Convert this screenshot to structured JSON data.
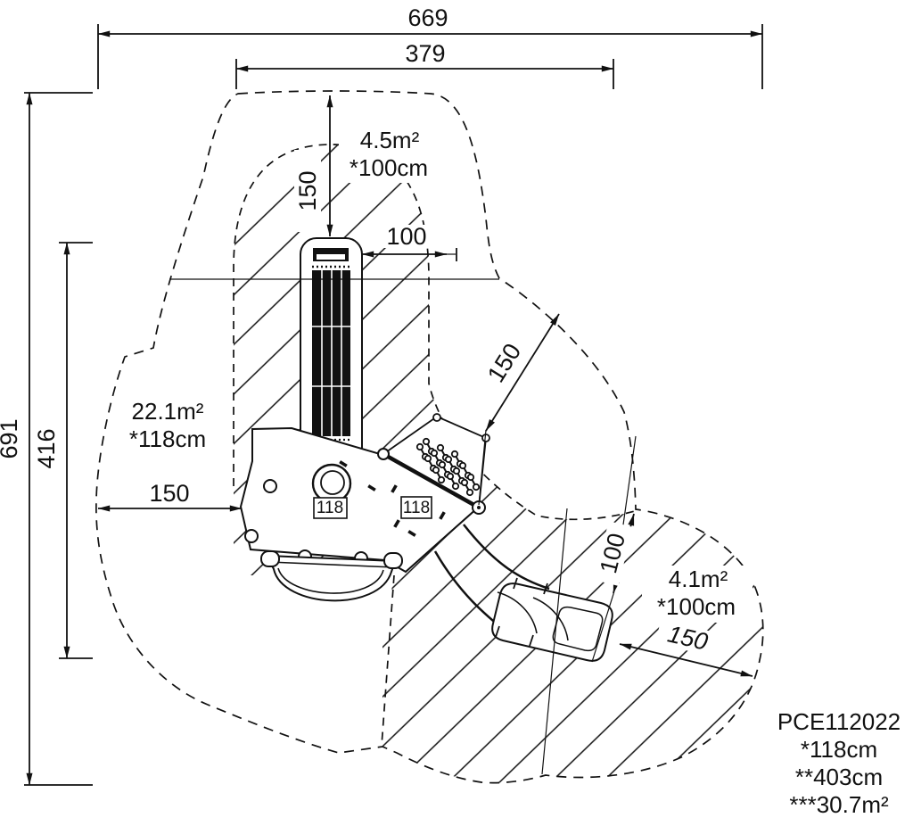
{
  "drawing": {
    "type": "playground-equipment-plan-view",
    "dims": {
      "overall_width": "669",
      "inner_width": "379",
      "overall_height": "691",
      "equipment_height": "416",
      "top_clearance": "150",
      "tower_clearance": "100",
      "left_clearance": "150",
      "net_clearance": "150",
      "slide_side_clearance": "100",
      "slide_end_clearance": "150"
    },
    "zones": {
      "tower": {
        "area": "4.5m²",
        "surfacing": "*100cm"
      },
      "overall": {
        "area": "22.1m²",
        "surfacing": "*118cm"
      },
      "slide": {
        "area": "4.1m²",
        "surfacing": "*100cm"
      }
    },
    "platforms": {
      "tower_height": "118",
      "net_height": "118"
    },
    "legend": {
      "code": "PCE112022",
      "line2": "*118cm",
      "line3": "**403cm",
      "line4": "***30.7m²"
    }
  }
}
